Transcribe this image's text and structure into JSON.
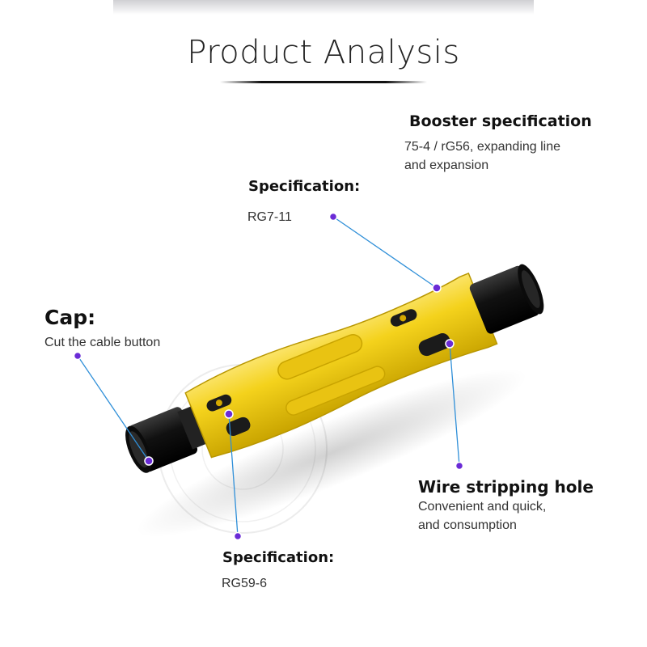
{
  "title": "Product Analysis",
  "callouts": {
    "booster": {
      "heading": "Booster specification",
      "line1": "75-4 / rG56, expanding line",
      "line2": "and expansion"
    },
    "spec_top": {
      "heading": "Specification:",
      "value": "RG7-11"
    },
    "cap": {
      "heading": "Cap:",
      "text": "Cut the cable button"
    },
    "wire_hole": {
      "heading": "Wire stripping hole",
      "line1": "Convenient and quick,",
      "line2": "and consumption"
    },
    "spec_bottom": {
      "heading": "Specification:",
      "value": "RG59-6"
    }
  },
  "colors": {
    "tool_body": "#f3d21c",
    "tool_shadow": "#c9a800",
    "cap": "#141414",
    "leader": "#2f8fd8",
    "dot": "#6a2bd6"
  },
  "icons": {
    "product": "coaxial-cable-stripper-image",
    "watermark": "circular-seal-watermark"
  }
}
